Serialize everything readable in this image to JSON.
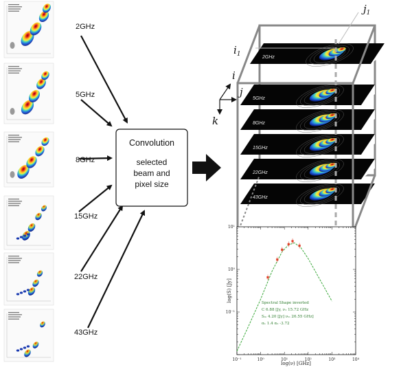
{
  "thumbnails": [
    {
      "freq": "2GHz"
    },
    {
      "freq": "5GHz"
    },
    {
      "freq": "8GHz"
    },
    {
      "freq": "15GHz"
    },
    {
      "freq": "22GHz"
    },
    {
      "freq": "43GHz"
    }
  ],
  "convolution_box": {
    "title": "Convolution",
    "line1": "selected",
    "line2": "beam and",
    "line3": "pixel size"
  },
  "cube": {
    "slices": [
      "2GHz",
      "5GHz",
      "8GHz",
      "15GHz",
      "22GHz",
      "43GHz"
    ],
    "axis_i": "i",
    "axis_j": "j",
    "axis_k": "k",
    "pixel_i": "i",
    "pixel_i_sub": "1",
    "pixel_j": "j",
    "pixel_j_sub": "1"
  },
  "spectrum": {
    "ylabel": "log(S) [Jy]",
    "xlabel": "log(ν) [GHz]",
    "x_ticks": [
      "10⁻¹",
      "10⁰",
      "10¹",
      "10²",
      "10³",
      "10⁴"
    ],
    "y_ticks": [
      "10¹",
      "10⁰",
      "10⁻¹"
    ],
    "fit_title": "Spectral Shape inverted",
    "fit_line1": "C 6.88 [Jy, ν₁ 15.72 GHz",
    "fit_line2": "Sₘ 4.20 [Jy] νₘ 26.55 GHz]",
    "fit_line3": "α₁ 1.4  α₂ -3.72",
    "colors": {
      "fit": "#3aa83a",
      "points": "#e0402a"
    }
  },
  "chart_data": {
    "type": "scatter",
    "xlabel": "log(ν) [GHz]",
    "ylabel": "log(S) [Jy]",
    "x_scale": "log",
    "y_scale": "log",
    "xlim": [
      0.1,
      10000
    ],
    "ylim": [
      0.01,
      10
    ],
    "points": [
      {
        "x": 2,
        "y": 0.65
      },
      {
        "x": 5,
        "y": 1.7
      },
      {
        "x": 8,
        "y": 2.9
      },
      {
        "x": 15,
        "y": 3.9
      },
      {
        "x": 22,
        "y": 4.6
      },
      {
        "x": 43,
        "y": 3.6
      }
    ],
    "fit_curve": [
      {
        "x": 0.1,
        "y": 0.012
      },
      {
        "x": 0.3,
        "y": 0.045
      },
      {
        "x": 1,
        "y": 0.2
      },
      {
        "x": 3,
        "y": 0.9
      },
      {
        "x": 8,
        "y": 2.6
      },
      {
        "x": 15,
        "y": 3.8
      },
      {
        "x": 26.55,
        "y": 4.2
      },
      {
        "x": 50,
        "y": 3.2
      },
      {
        "x": 100,
        "y": 1.8
      },
      {
        "x": 300,
        "y": 0.6
      },
      {
        "x": 1000,
        "y": 0.18
      }
    ]
  }
}
